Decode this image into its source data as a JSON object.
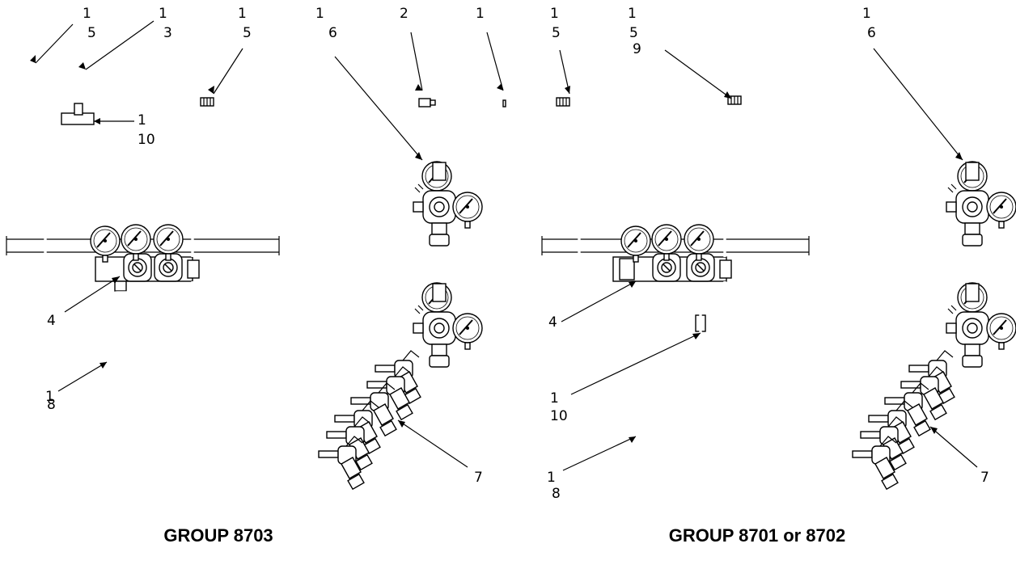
{
  "left_group": {
    "title": "GROUP 8703",
    "callouts": [
      {
        "id": "c15a",
        "lines": [
          "1",
          "5"
        ]
      },
      {
        "id": "c13",
        "lines": [
          "1",
          "3"
        ]
      },
      {
        "id": "c110",
        "lines": [
          "1",
          "10"
        ]
      },
      {
        "id": "c15b",
        "lines": [
          "1",
          "5"
        ]
      },
      {
        "id": "c16",
        "lines": [
          "1",
          "6"
        ]
      },
      {
        "id": "c2",
        "lines": [
          "2"
        ]
      },
      {
        "id": "c1",
        "lines": [
          "1"
        ]
      },
      {
        "id": "c4",
        "lines": [
          "4"
        ]
      },
      {
        "id": "c18",
        "lines": [
          "1",
          "8"
        ]
      },
      {
        "id": "c7",
        "lines": [
          "7"
        ]
      }
    ]
  },
  "right_group": {
    "title": "GROUP 8701 or 8702",
    "callouts": [
      {
        "id": "r15a",
        "lines": [
          "1",
          "5"
        ]
      },
      {
        "id": "r159",
        "lines": [
          "1",
          "5",
          "9"
        ]
      },
      {
        "id": "r16",
        "lines": [
          "1",
          "6"
        ]
      },
      {
        "id": "r4",
        "lines": [
          "4"
        ]
      },
      {
        "id": "r110",
        "lines": [
          "1",
          "10"
        ]
      },
      {
        "id": "r18",
        "lines": [
          "1",
          "8"
        ]
      },
      {
        "id": "r7",
        "lines": [
          "7"
        ]
      }
    ]
  }
}
